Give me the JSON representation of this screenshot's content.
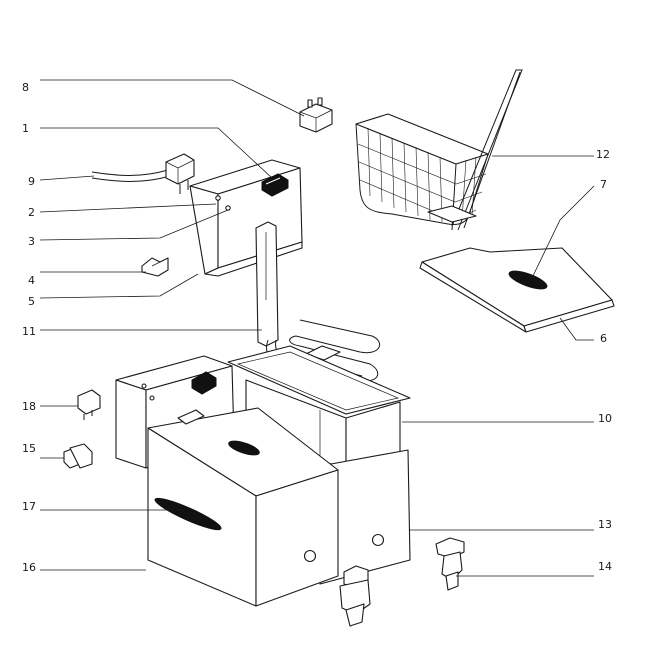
{
  "diagram": {
    "labels": [
      "8",
      "1",
      "9",
      "2",
      "3",
      "4",
      "5",
      "11",
      "18",
      "15",
      "17",
      "16",
      "12",
      "7",
      "6",
      "10",
      "13",
      "14"
    ]
  }
}
